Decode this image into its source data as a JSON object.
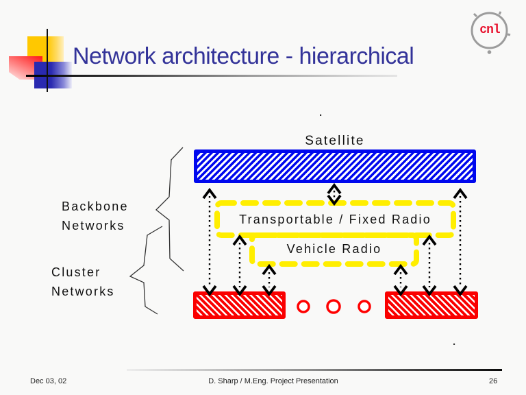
{
  "slide": {
    "title": "Network architecture - hierarchical",
    "title_color": "#333399",
    "background": "#F9F9F8"
  },
  "logo": {
    "text": "cnl",
    "text_color": "#E8112D",
    "ring_color": "#9C9C9C"
  },
  "diagram": {
    "satellite_label": "Satellite",
    "transportable_label": "Transportable / Fixed Radio",
    "vehicle_label": "Vehicle Radio",
    "backbone_label_line1": "Backbone",
    "backbone_label_line2": "Networks",
    "cluster_label_line1": "Cluster",
    "cluster_label_line2": "Networks",
    "dot_marker": ".",
    "colors": {
      "satellite_box": "#0008EE",
      "cluster_box": "#FA0000",
      "radio_outline": "#FFEE00",
      "arrows": "#000000",
      "relay_circles": "#FF0000"
    }
  },
  "footer": {
    "date": "Dec 03, 02",
    "credit": "D. Sharp / M.Eng. Project Presentation",
    "page": "26"
  }
}
